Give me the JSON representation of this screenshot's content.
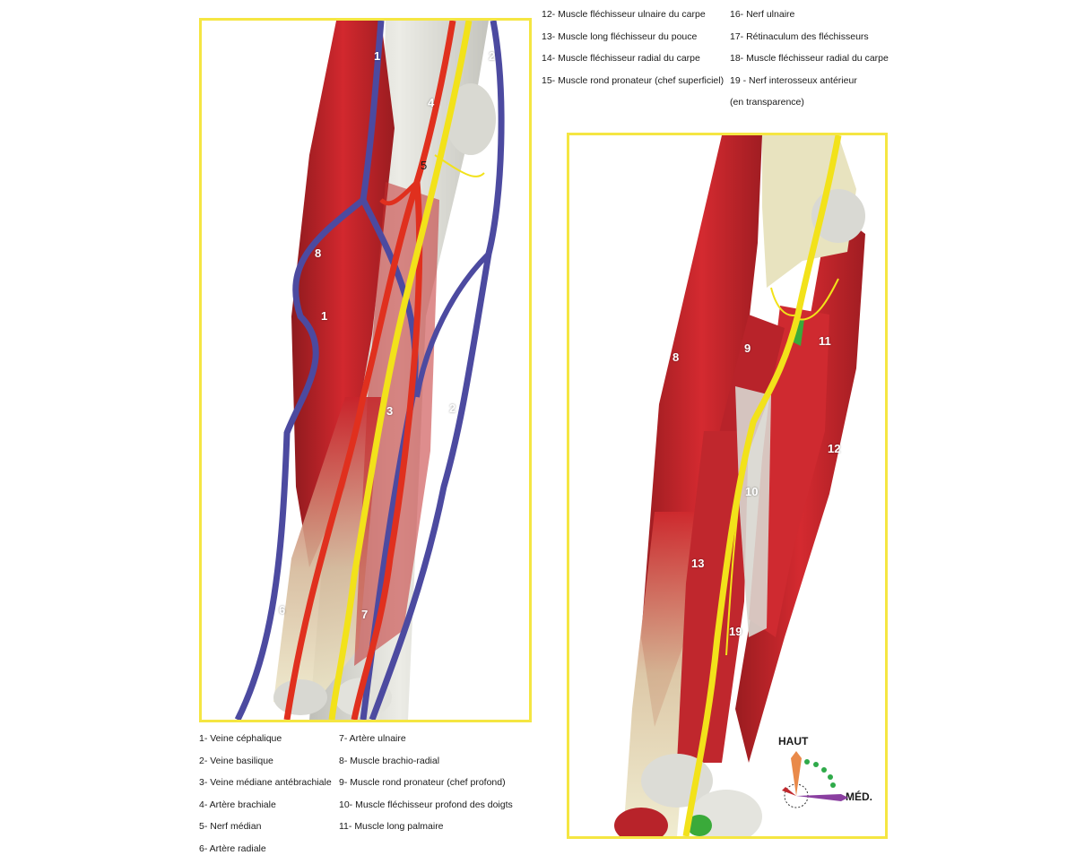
{
  "legend_left_col1": [
    "1- Veine céphalique",
    "2- Veine basilique",
    "3- Veine médiane antébrachiale",
    "4- Artère brachiale",
    "5- Nerf médian",
    "6- Artère radiale"
  ],
  "legend_left_col2": [
    "7- Artère ulnaire",
    "8- Muscle brachio-radial",
    "9- Muscle rond pronateur (chef profond)",
    "10- Muscle fléchisseur profond des doigts",
    "11- Muscle long palmaire"
  ],
  "legend_top_col1": [
    "12- Muscle fléchisseur ulnaire du carpe",
    "13- Muscle long fléchisseur du pouce",
    "14- Muscle fléchisseur radial du carpe",
    "15- Muscle rond pronateur (chef superficiel)"
  ],
  "legend_top_col2": [
    "16- Nerf ulnaire",
    "17- Rétinaculum des fléchisseurs",
    "18- Muscle fléchisseur radial du carpe",
    "19 - Nerf interosseux antérieur",
    "(en transparence)"
  ],
  "left_labels": {
    "l1a": "1",
    "l2a": "2",
    "l4": "4",
    "l5": "5",
    "l8": "8",
    "l1b": "1",
    "l3": "3",
    "l2b": "2",
    "l6": "6",
    "l7": "7"
  },
  "right_labels": {
    "r9": "9",
    "r11": "11",
    "r8": "8",
    "r12": "12",
    "r10": "10",
    "r13": "13",
    "r19": "19"
  },
  "compass": {
    "up": "HAUT",
    "medial": "MÉD."
  },
  "colors": {
    "frame": "#f5e642",
    "muscle": "#c8242b",
    "vein": "#4c4aa0",
    "artery": "#e0301e",
    "nerve": "#f2e21a",
    "bone": "#dcdcd6",
    "tendon": "#e6e2b8"
  }
}
